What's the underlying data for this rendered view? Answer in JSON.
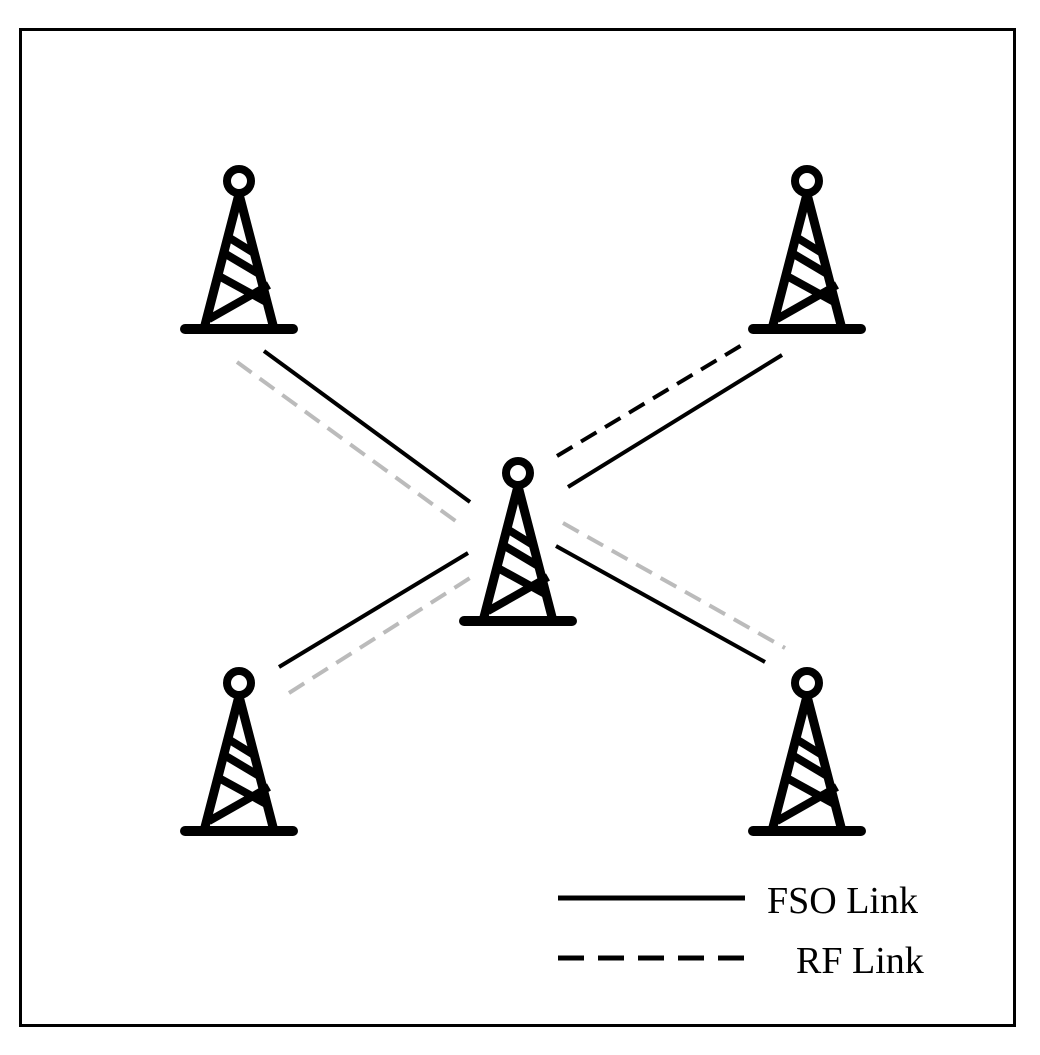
{
  "diagram": {
    "colors": {
      "tower": "#000000",
      "link_dark": "#000000",
      "link_light": "#bbbbbb",
      "border": "#000000",
      "background": "#ffffff"
    },
    "towers": [
      {
        "id": "tower-top-left",
        "role": "outer"
      },
      {
        "id": "tower-top-right",
        "role": "outer"
      },
      {
        "id": "tower-center",
        "role": "hub"
      },
      {
        "id": "tower-bottom-left",
        "role": "outer"
      },
      {
        "id": "tower-bottom-right",
        "role": "outer"
      }
    ],
    "links": [
      {
        "from": "tower-top-left",
        "to": "tower-center",
        "type": "FSO",
        "color": "dark"
      },
      {
        "from": "tower-top-left",
        "to": "tower-center",
        "type": "RF",
        "color": "light"
      },
      {
        "from": "tower-top-right",
        "to": "tower-center",
        "type": "FSO",
        "color": "dark"
      },
      {
        "from": "tower-top-right",
        "to": "tower-center",
        "type": "RF",
        "color": "dark"
      },
      {
        "from": "tower-bottom-left",
        "to": "tower-center",
        "type": "FSO",
        "color": "dark"
      },
      {
        "from": "tower-bottom-left",
        "to": "tower-center",
        "type": "RF",
        "color": "light"
      },
      {
        "from": "tower-bottom-right",
        "to": "tower-center",
        "type": "FSO",
        "color": "dark"
      },
      {
        "from": "tower-bottom-right",
        "to": "tower-center",
        "type": "RF",
        "color": "light"
      }
    ],
    "legend": {
      "fso_label": "FSO Link",
      "rf_label": "RF Link"
    }
  }
}
